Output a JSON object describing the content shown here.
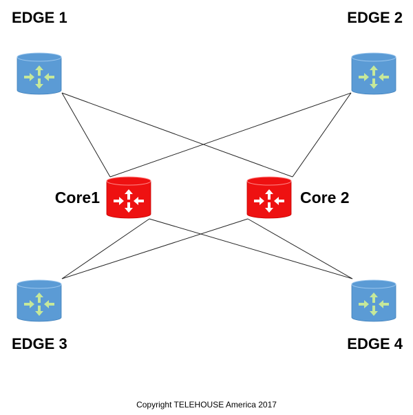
{
  "colors": {
    "edge_router": "#5b9bd5",
    "edge_router_dark": "#3f7fba",
    "edge_arrow": "#c6e89a",
    "core_router": "#ee1111",
    "core_router_dark": "#c40000",
    "core_arrow": "#ffffff",
    "link": "#222222"
  },
  "nodes": [
    {
      "id": "edge1",
      "label": "EDGE 1",
      "type": "edge",
      "icon": "router-icon"
    },
    {
      "id": "edge2",
      "label": "EDGE 2",
      "type": "edge",
      "icon": "router-icon"
    },
    {
      "id": "edge3",
      "label": "EDGE 3",
      "type": "edge",
      "icon": "router-icon"
    },
    {
      "id": "edge4",
      "label": "EDGE 4",
      "type": "edge",
      "icon": "router-icon"
    },
    {
      "id": "core1",
      "label": "Core1",
      "type": "core",
      "icon": "router-icon"
    },
    {
      "id": "core2",
      "label": "Core 2",
      "type": "core",
      "icon": "router-icon"
    }
  ],
  "links": [
    [
      "edge1",
      "core1"
    ],
    [
      "edge1",
      "core2"
    ],
    [
      "edge2",
      "core1"
    ],
    [
      "edge2",
      "core2"
    ],
    [
      "edge3",
      "core1"
    ],
    [
      "edge3",
      "core2"
    ],
    [
      "edge4",
      "core1"
    ],
    [
      "edge4",
      "core2"
    ]
  ],
  "footer": {
    "copyright": "Copyright TELEHOUSE America 2017"
  }
}
